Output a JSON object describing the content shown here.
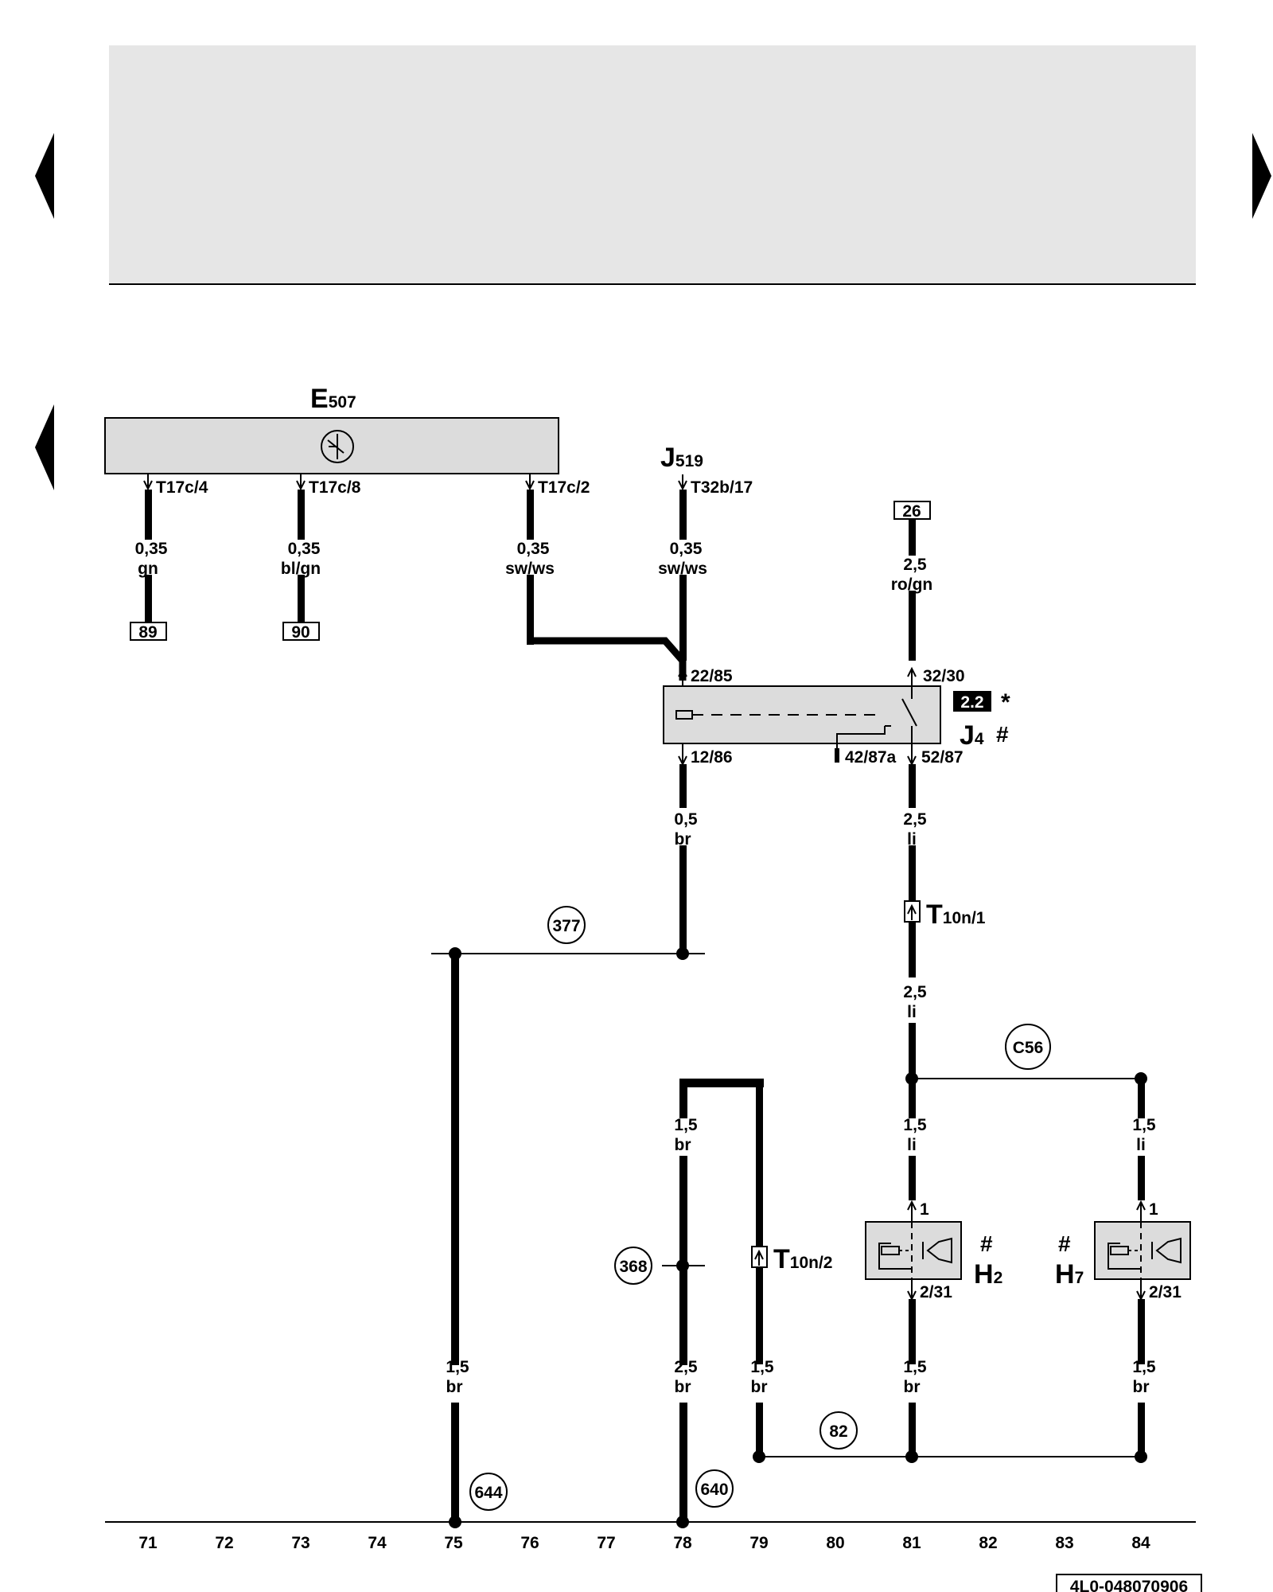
{
  "components": {
    "E507": {
      "letter": "E",
      "sub": "507"
    },
    "J519": {
      "letter": "J",
      "sub": "519"
    },
    "J4": {
      "letter": "J",
      "sub": "4",
      "hash": "#",
      "ref_badge": "2.2",
      "star": "*"
    },
    "H2": {
      "letter": "H",
      "sub": "2",
      "hash": "#"
    },
    "H7": {
      "letter": "H",
      "sub": "7",
      "hash": "#"
    },
    "T10n1": {
      "letter": "T",
      "sub": "10n/1"
    },
    "T10n2": {
      "letter": "T",
      "sub": "10n/2"
    }
  },
  "pins": {
    "t17c4": "T17c/4",
    "t17c8": "T17c/8",
    "t17c2": "T17c/2",
    "t32b17": "T32b/17",
    "p22_85": "22/85",
    "p32_30": "32/30",
    "p12_86": "12/86",
    "p42_87a": "42/87a",
    "p52_87": "52/87",
    "h2_1": "1",
    "h2_231": "2/31",
    "h7_1": "1",
    "h7_231": "2/31"
  },
  "wires": {
    "w1": {
      "size": "0,35",
      "color": "gn"
    },
    "w2": {
      "size": "0,35",
      "color": "bl/gn"
    },
    "w3": {
      "size": "0,35",
      "color": "sw/ws"
    },
    "w4": {
      "size": "0,35",
      "color": "sw/ws"
    },
    "w5": {
      "size": "2,5",
      "color": "ro/gn"
    },
    "w6": {
      "size": "0,5",
      "color": "br"
    },
    "w7": {
      "size": "2,5",
      "color": "li"
    },
    "w8": {
      "size": "2,5",
      "color": "li"
    },
    "w9": {
      "size": "1,5",
      "color": "br"
    },
    "w10": {
      "size": "1,5",
      "color": "br"
    },
    "w11": {
      "size": "2,5",
      "color": "br"
    },
    "w12": {
      "size": "1,5",
      "color": "br"
    },
    "w13": {
      "size": "1,5",
      "color": "li"
    },
    "w14": {
      "size": "1,5",
      "color": "li"
    },
    "w15": {
      "size": "1,5",
      "color": "br"
    },
    "w16": {
      "size": "1,5",
      "color": "br"
    }
  },
  "page_refs": {
    "r89": "89",
    "r90": "90",
    "r26": "26"
  },
  "connection_points": {
    "c377": "377",
    "cC56": "C56",
    "c368": "368",
    "c82": "82",
    "c644": "644",
    "c640": "640"
  },
  "columns": [
    "71",
    "72",
    "73",
    "74",
    "75",
    "76",
    "77",
    "78",
    "79",
    "80",
    "81",
    "82",
    "83",
    "84"
  ],
  "diagram_code": "4L0-048070906",
  "colors": {
    "header_bg": "#e6e6e6",
    "component_fill": "#dcdcdc",
    "line": "#000000"
  },
  "nav": {
    "prev_icon": "triangle-left-icon",
    "next_icon": "triangle-right-icon"
  }
}
